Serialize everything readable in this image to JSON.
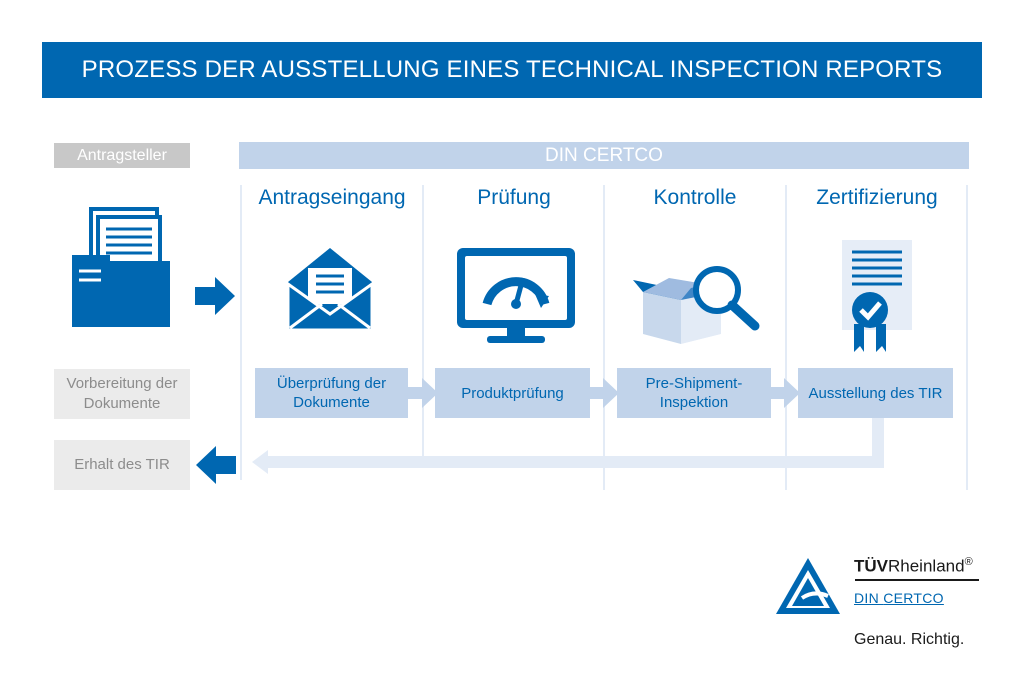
{
  "title": "PROZESS DER AUSSTELLUNG EINES TECHNICAL INSPECTION REPORTS",
  "applicant": {
    "label": "Antragsteller",
    "prepare_docs": "Vorbereitung der Dokumente",
    "receive_tir": "Erhalt des TIR"
  },
  "organization": "DIN CERTCO",
  "steps": [
    {
      "title": "Antragseingang",
      "box": "Überprüfung der Dokumente",
      "icon": "envelope-icon"
    },
    {
      "title": "Prüfung",
      "box": "Produktprüfung",
      "icon": "monitor-gauge-icon"
    },
    {
      "title": "Kontrolle",
      "box": "Pre-Shipment-Inspektion",
      "icon": "box-magnifier-icon"
    },
    {
      "title": "Zertifizierung",
      "box": "Ausstellung des TIR",
      "icon": "certificate-icon"
    }
  ],
  "logo": {
    "tuv_bold": "TÜV",
    "tuv_rest": "Rheinland",
    "registered": "®",
    "din": "DIN",
    "certco": "CERTCO",
    "slogan": "Genau. Richtig."
  },
  "colors": {
    "primary": "#0067b1",
    "light": "#c1d3ea",
    "arrow_light": "#e3ebf6",
    "grey": "#ebebeb"
  }
}
